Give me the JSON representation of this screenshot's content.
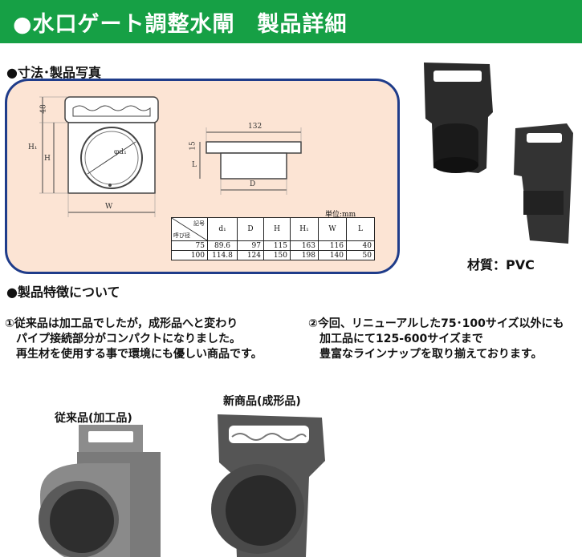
{
  "header": {
    "title": "●水口ゲート調整水閘　製品詳細"
  },
  "sections": {
    "dimensions": "●寸法･製品写真",
    "features": "●製品特徴について"
  },
  "drawing": {
    "labels": {
      "h_top": "48",
      "h1": "H₁",
      "h": "H",
      "w": "W",
      "d1": "φd₁",
      "width_132": "132",
      "l15": "15",
      "l": "L",
      "d": "D"
    },
    "unit": "単位:mm",
    "table": {
      "corner_top": "記号",
      "corner_bottom": "呼び径",
      "columns": [
        "d₁",
        "D",
        "H",
        "H₁",
        "W",
        "L"
      ],
      "rows": [
        [
          "75",
          "89.6",
          "97",
          "115",
          "163",
          "116",
          "40"
        ],
        [
          "100",
          "114.8",
          "124",
          "150",
          "198",
          "140",
          "50"
        ]
      ]
    }
  },
  "material": "材質：PVC",
  "features": {
    "left": [
      "①従来品は加工品でしたが，成形品へと変わり",
      "　パイプ接続部分がコンパクトになりました。",
      "　再生材を使用する事で環境にも優しい商品です。"
    ],
    "right": [
      "②今回、リニューアルした75･100サイズ以外にも",
      "　加工品にて125-600サイズまで",
      "　豊富なラインナップを取り揃えております。"
    ]
  },
  "photos": {
    "old_caption": "従来品(加工品)",
    "new_caption": "新商品(成形品)"
  }
}
